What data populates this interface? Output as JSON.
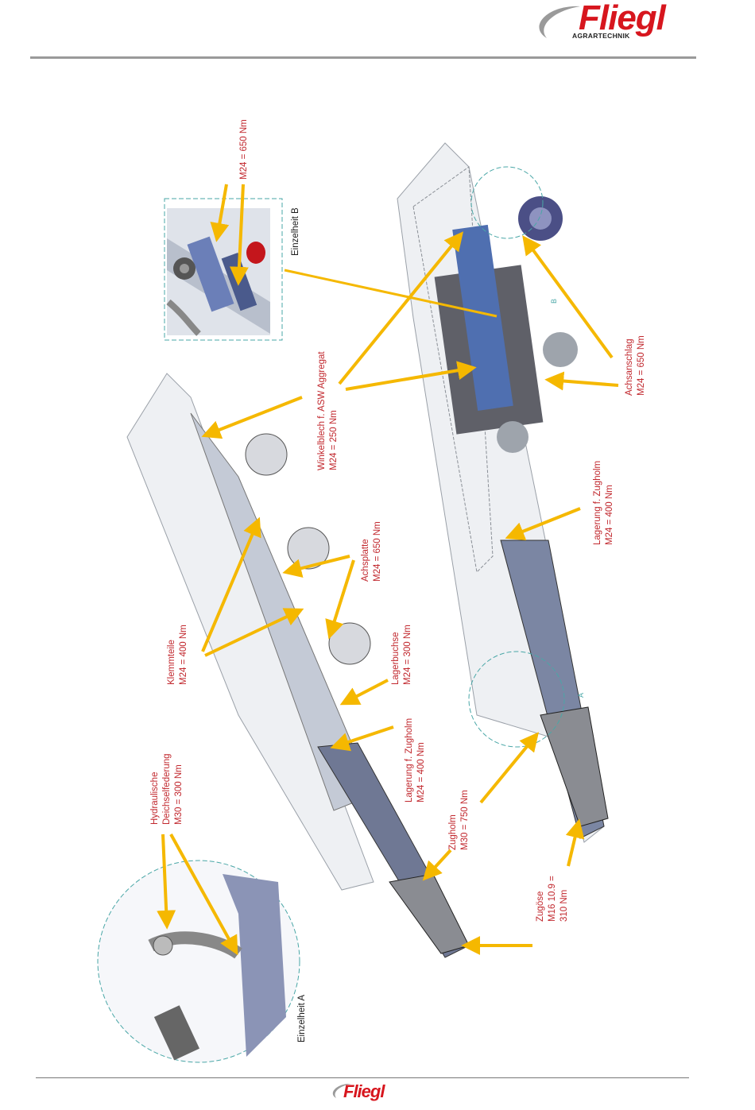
{
  "brand": {
    "name": "Fliegl",
    "tagline": "AGRARTECHNIK",
    "accent": "#d7161e",
    "arrow_color": "#f5b800"
  },
  "labels": {
    "m24_650_top": "M24 = 650 Nm",
    "einzelheit_b": "Einzelheit B",
    "einzelheit_a": "Einzelheit A",
    "winkelblech_1": "Winkelblech f. ASW  Aggregat",
    "winkelblech_2": "M24 = 250 Nm",
    "achsanschlag_1": "Achsanschlag",
    "achsanschlag_2": "M24 = 650 Nm",
    "lagerung_right_1": "Lagerung f. Zugholm",
    "lagerung_right_2": "M24 = 400 Nm",
    "achsplatte_1": "Achsplatte",
    "achsplatte_2": "M24 = 650 Nm",
    "klemmteile_1": "Klemmteile",
    "klemmteile_2": "M24 = 400 Nm",
    "lagerbuchse_1": "Lagerbuchse",
    "lagerbuchse_2": "M24 = 300 Nm",
    "lagerung_left_1": "Lagerung f. Zugholm",
    "lagerung_left_2": "M24 = 400 Nm",
    "hydraulische_1": "Hydraulische",
    "hydraulische_2": "Deichselfederung",
    "hydraulische_3": "M30 = 300 Nm",
    "zugholm_1": "Zugholm",
    "zugholm_2": "M30 =  750 Nm",
    "zugoese_1": "Zugöse",
    "zugoese_2": "M16 10.9 =",
    "zugoese_3": "310 Nm",
    "detail_b_marker": "B",
    "detail_a_marker": "A"
  }
}
